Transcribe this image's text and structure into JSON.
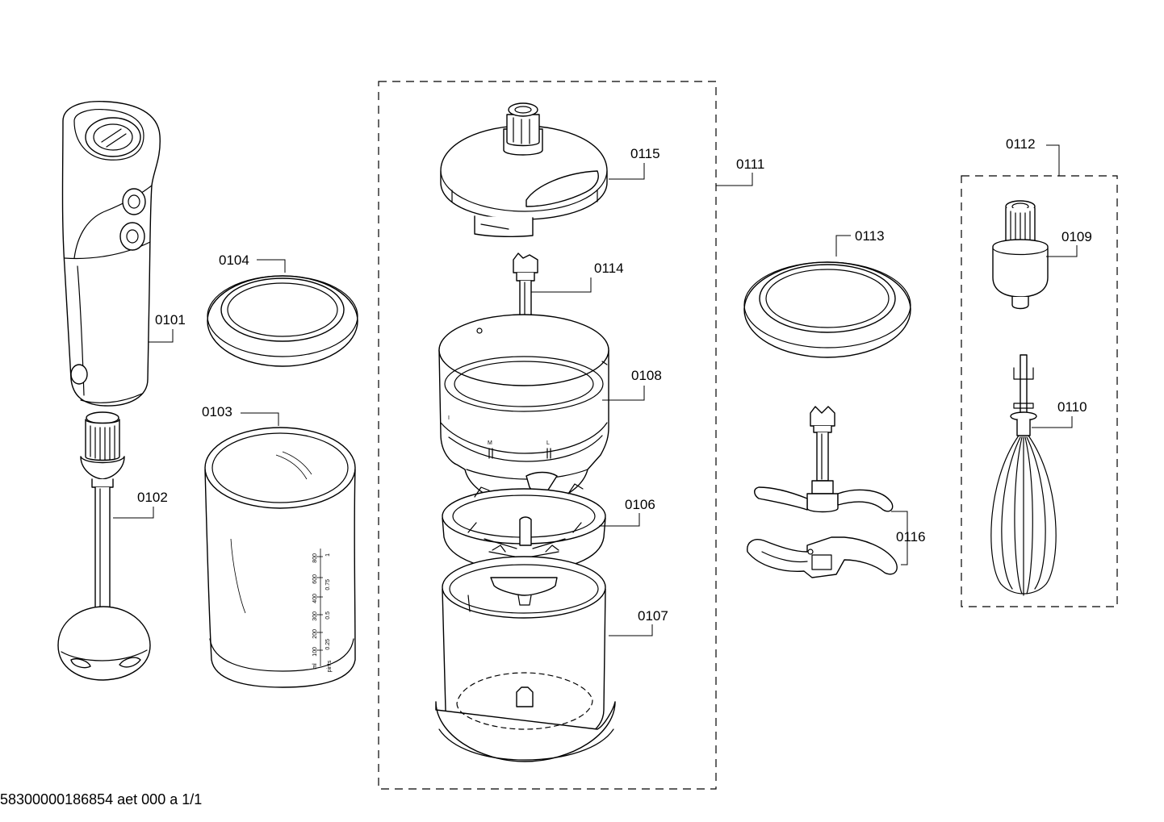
{
  "callouts": {
    "c0101": "0101",
    "c0102": "0102",
    "c0103": "0103",
    "c0104": "0104",
    "c0106": "0106",
    "c0107": "0107",
    "c0108": "0108",
    "c0109": "0109",
    "c0110": "0110",
    "c0111": "0111",
    "c0112": "0112",
    "c0113": "0113",
    "c0114": "0114",
    "c0115": "0115",
    "c0116": "0116"
  },
  "beaker_scale": {
    "ml": [
      "800",
      "600",
      "400",
      "300",
      "200",
      "100"
    ],
    "pints": [
      "1",
      "0.75",
      "0.5",
      "0.25"
    ],
    "unit_ml": "ml",
    "unit_pints": "pints"
  },
  "bowl_marks": [
    "I",
    "M",
    "L"
  ],
  "footer": "58300000186854 aet 000 a 1/1"
}
